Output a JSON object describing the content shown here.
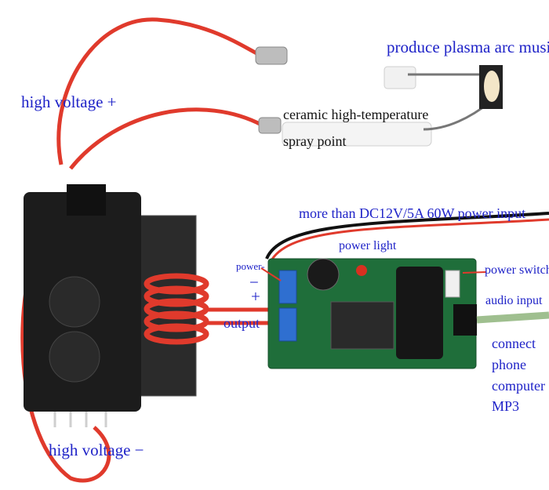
{
  "labels": {
    "plasma": "produce plasma arc music",
    "hv_plus": "high voltage +",
    "ceramic_line1": "ceramic high-temperature",
    "ceramic_line2": "spray point",
    "power_input": "more than DC12V/5A 60W power input",
    "power_light": "power light",
    "power_dash": "power-",
    "minus_sign": "−",
    "plus_sign": "+",
    "power_switch": "power switch",
    "output": "output",
    "audio_input": "audio input",
    "connect": "connect",
    "phone": "phone",
    "computer": "computer",
    "mp3": "MP3",
    "hv_minus": "high voltage −"
  },
  "colors": {
    "label_text": "#1f23c8",
    "wire": "#e03a2c",
    "board": "#1f6e3a",
    "terminal": "#2f6fd0"
  }
}
